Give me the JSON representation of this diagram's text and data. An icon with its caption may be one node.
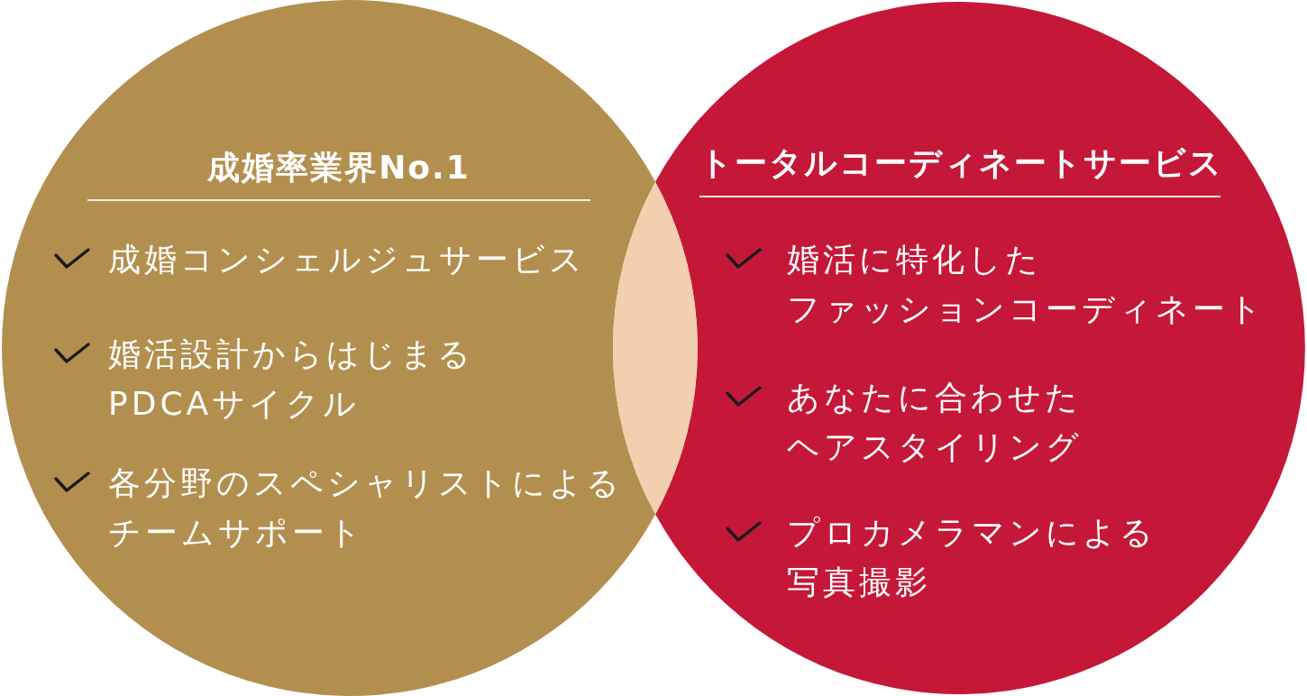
{
  "diagram": {
    "nodes": [
      {
        "text": [
          "成婚率業界No.1",
          "成婚コンシェルジュサービス",
          "婚活設計からはじまるPDCAサイクル",
          "各分野のスペシャリストによるチームサポート"
        ]
      },
      {
        "text": [
          "トータルコーディネートサービス",
          "婚活に特化したファッションコーディネート",
          "あなたに合わせたヘアスタイリング",
          "プロカメラマンによる写真撮影"
        ]
      },
      {
        "text": [],
        "shape": "lens"
      }
    ]
  }
}
